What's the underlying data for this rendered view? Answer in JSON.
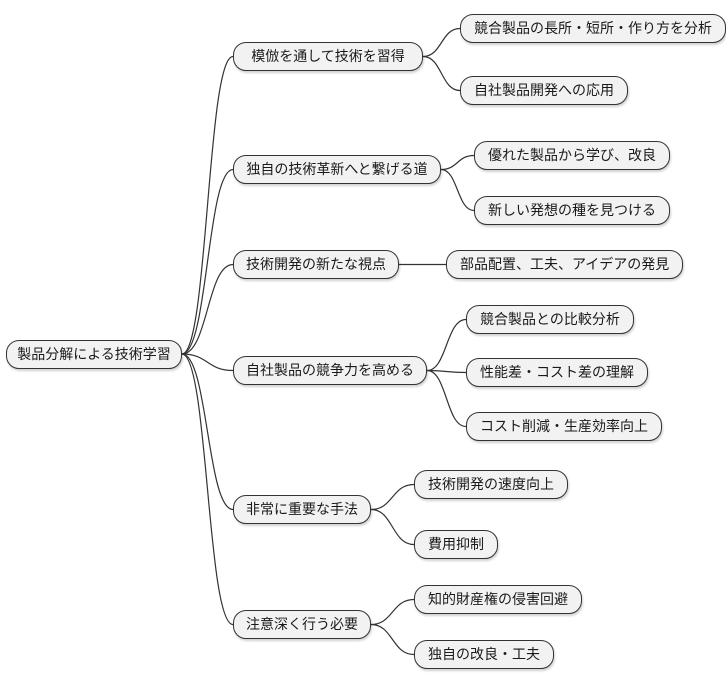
{
  "diagram": {
    "type": "mindmap",
    "root": {
      "label": "製品分解による技術学習"
    },
    "branches": [
      {
        "label": "模倣を通して技術を習得",
        "children": [
          {
            "label": "競合製品の長所・短所・作り方を分析"
          },
          {
            "label": "自社製品開発への応用"
          }
        ]
      },
      {
        "label": "独自の技術革新へと繋げる道",
        "children": [
          {
            "label": "優れた製品から学び、改良"
          },
          {
            "label": "新しい発想の種を見つける"
          }
        ]
      },
      {
        "label": "技術開発の新たな視点",
        "children": [
          {
            "label": "部品配置、工夫、アイデアの発見"
          }
        ]
      },
      {
        "label": "自社製品の競争力を高める",
        "children": [
          {
            "label": "競合製品との比較分析"
          },
          {
            "label": "性能差・コスト差の理解"
          },
          {
            "label": "コスト削減・生産効率向上"
          }
        ]
      },
      {
        "label": "非常に重要な手法",
        "children": [
          {
            "label": "技術開発の速度向上"
          },
          {
            "label": "費用抑制"
          }
        ]
      },
      {
        "label": "注意深く行う必要",
        "children": [
          {
            "label": "知的財産権の侵害回避"
          },
          {
            "label": "独自の改良・工夫"
          }
        ]
      }
    ],
    "colors": {
      "node_fill": "#f2f2f2",
      "node_border": "#333333",
      "edge": "#333333",
      "text": "#1a1a1a",
      "background": "#ffffff"
    }
  }
}
